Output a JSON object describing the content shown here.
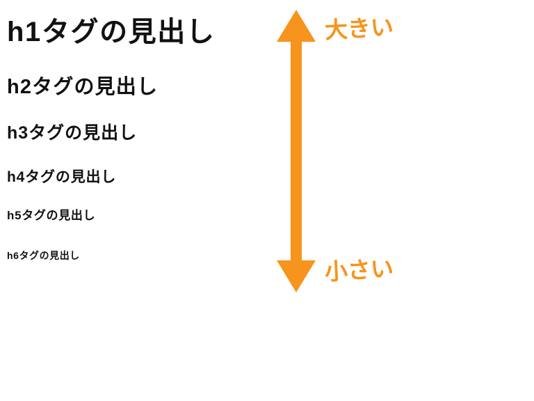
{
  "page": {
    "background": "#ffffff",
    "description_labels": {
      "large_label": "大きい",
      "small_label": "小さい"
    }
  },
  "headings": [
    {
      "tag": "h1",
      "label": "h1タグの見出し"
    },
    {
      "tag": "h2",
      "label": "h2タグの見出し"
    },
    {
      "tag": "h3",
      "label": "h3タグの見出し"
    },
    {
      "tag": "h4",
      "label": "h4タグの見出し"
    },
    {
      "tag": "h5",
      "label": "h5タグの見出し"
    },
    {
      "tag": "h6",
      "label": "h6タグの見出し"
    }
  ],
  "scale": {
    "large_label": "大きい",
    "small_label": "小さい",
    "arrow_icon": "double-headed-vertical-arrow",
    "arrow_color": "#F7941D",
    "text_color": "#111111"
  }
}
